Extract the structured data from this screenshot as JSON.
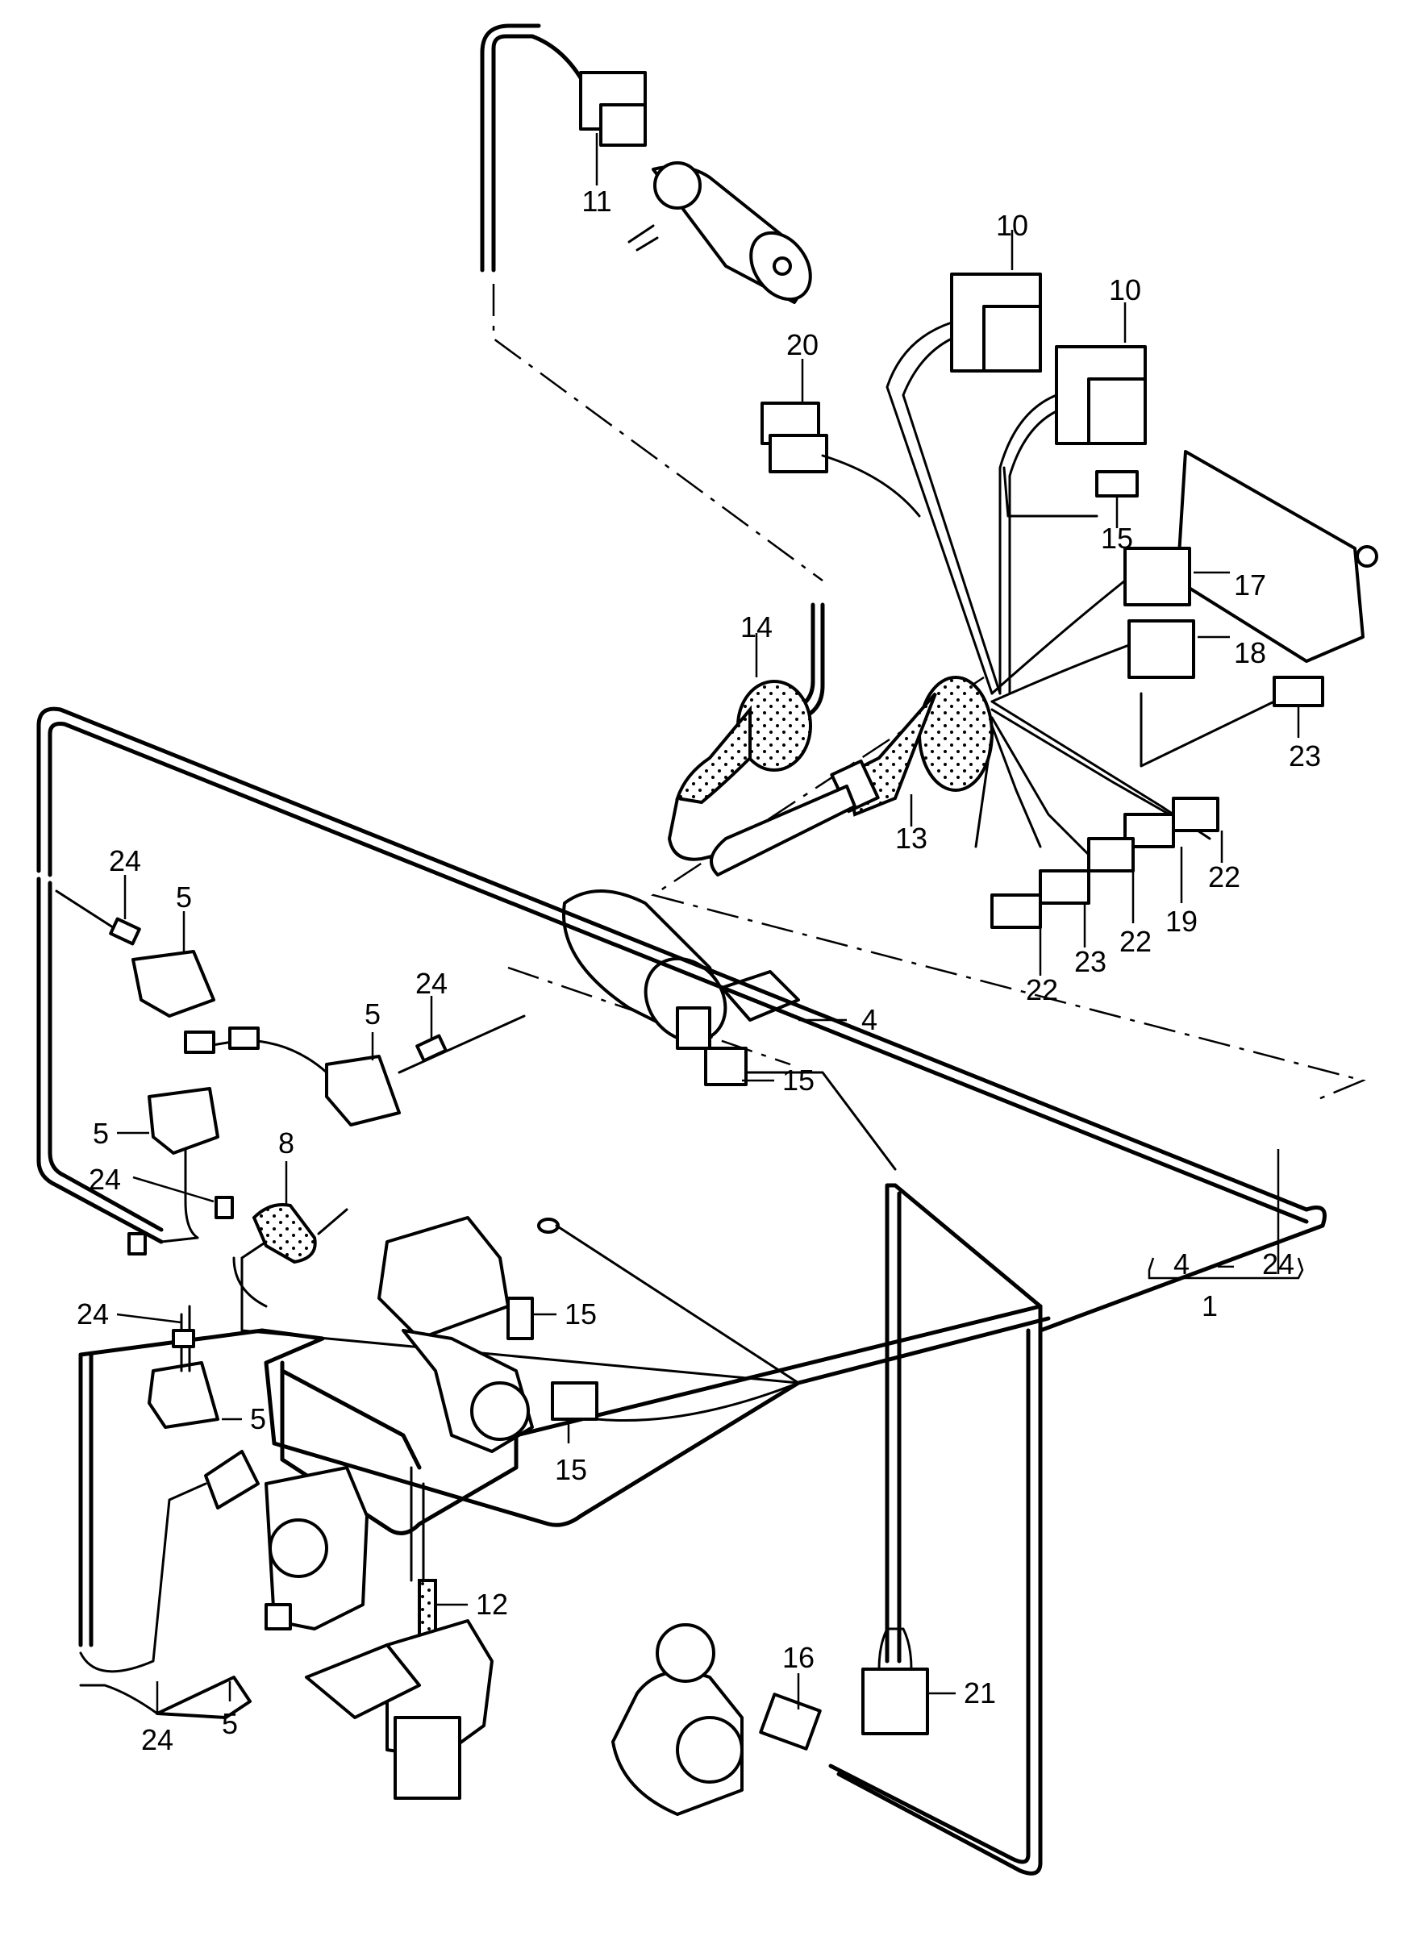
{
  "callouts": [
    {
      "id": "c11",
      "text": "11"
    },
    {
      "id": "c10a",
      "text": "10"
    },
    {
      "id": "c10b",
      "text": "10"
    },
    {
      "id": "c20",
      "text": "20"
    },
    {
      "id": "c15a",
      "text": "15"
    },
    {
      "id": "c17",
      "text": "17"
    },
    {
      "id": "c18",
      "text": "18"
    },
    {
      "id": "c14",
      "text": "14"
    },
    {
      "id": "c23a",
      "text": "23"
    },
    {
      "id": "c13",
      "text": "13"
    },
    {
      "id": "c22a",
      "text": "22"
    },
    {
      "id": "c19",
      "text": "19"
    },
    {
      "id": "c22b",
      "text": "22"
    },
    {
      "id": "c23b",
      "text": "23"
    },
    {
      "id": "c22c",
      "text": "22"
    },
    {
      "id": "c24a",
      "text": "24"
    },
    {
      "id": "c5a",
      "text": "5"
    },
    {
      "id": "c24b",
      "text": "24"
    },
    {
      "id": "c5b",
      "text": "5"
    },
    {
      "id": "c4",
      "text": "4"
    },
    {
      "id": "c15b",
      "text": "15"
    },
    {
      "id": "c5c",
      "text": "5"
    },
    {
      "id": "c24c",
      "text": "24"
    },
    {
      "id": "c8",
      "text": "8"
    },
    {
      "id": "c15c",
      "text": "15"
    },
    {
      "id": "c24d",
      "text": "24"
    },
    {
      "id": "c5d",
      "text": "5"
    },
    {
      "id": "c15d",
      "text": "15"
    },
    {
      "id": "c12",
      "text": "12"
    },
    {
      "id": "c16",
      "text": "16"
    },
    {
      "id": "c21",
      "text": "21"
    },
    {
      "id": "c24e",
      "text": "24"
    },
    {
      "id": "c5e",
      "text": "5"
    }
  ],
  "range_label": {
    "from": "4",
    "dash": "–",
    "to": "24",
    "assembly": "1"
  }
}
